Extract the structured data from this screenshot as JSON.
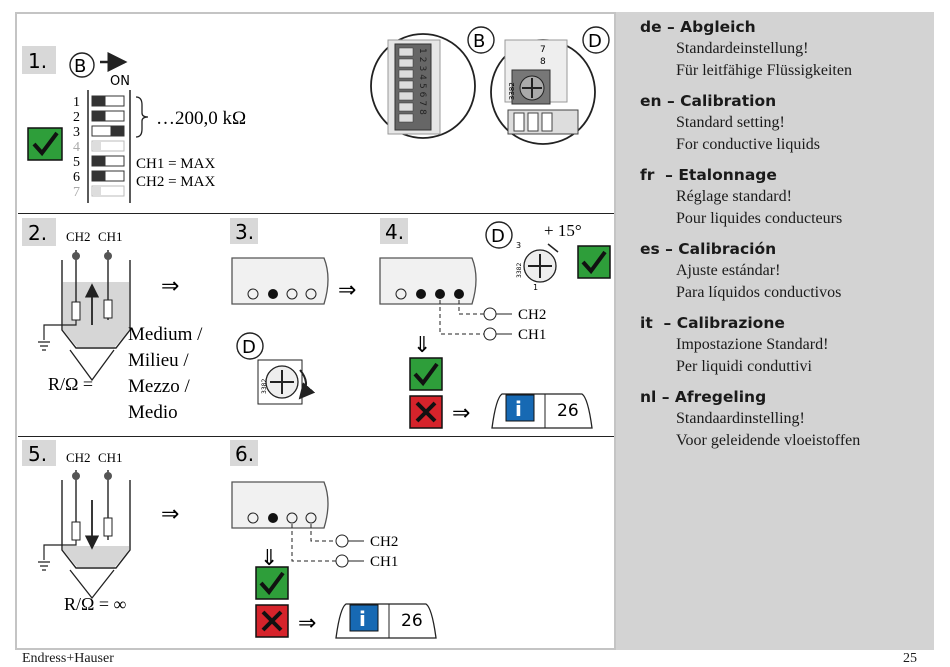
{
  "footer": {
    "brand": "Endress+Hauser",
    "page_number": "25"
  },
  "diagram": {
    "step_1": "1.",
    "step_2": "2.",
    "step_3": "3.",
    "step_4": "4.",
    "step_5": "5.",
    "step_6": "6.",
    "label_b": "B",
    "label_d": "D",
    "switch_on": "ON",
    "switch_numbers": [
      "1",
      "2",
      "3",
      "4",
      "5",
      "6",
      "7"
    ],
    "resistance": "…200,0 kΩ",
    "ch1_max": "CH1 = MAX",
    "ch2_max": "CH2 = MAX",
    "dip_numbers": [
      "1",
      "2",
      "3",
      "4",
      "5",
      "6",
      "7",
      "8"
    ],
    "rotary_numbers": [
      "7",
      "8"
    ],
    "rotary_code": "3382",
    "ch2": "CH2",
    "ch1": "CH1",
    "medium_lines": [
      "Medium /",
      "Milieu /",
      "Mezzo /",
      "Medio"
    ],
    "r_ohm": "R/Ω =",
    "r_ohm_inf": "R/Ω = ∞",
    "implies": "⇒",
    "down_arrow": "⇓",
    "plus_15": "+ 15°",
    "rotary_small_num": "3",
    "rotary_small_code": "3382",
    "rotary_small_one": "1",
    "info_page": "26",
    "info_letter": "i"
  },
  "languages": [
    {
      "code": "de",
      "title": "Abgleich",
      "lines": [
        "Standardeinstellung!",
        "Für leitfähige Flüssigkeiten"
      ]
    },
    {
      "code": "en",
      "title": "Calibration",
      "lines": [
        "Standard setting!",
        "For conductive liquids"
      ]
    },
    {
      "code": "fr",
      "title": "Etalonnage",
      "lines": [
        "Réglage standard!",
        "Pour liquides conducteurs"
      ]
    },
    {
      "code": "es",
      "title": "Calibración",
      "lines": [
        "Ajuste estándar!",
        "Para líquidos conductivos"
      ]
    },
    {
      "code": "it",
      "title": "Calibrazione",
      "lines": [
        "Impostazione Standard!",
        "Per liquidi conduttivi"
      ]
    },
    {
      "code": "nl",
      "title": "Afregeling",
      "lines": [
        "Standaardinstelling!",
        "Voor geleidende vloeistoffen"
      ]
    }
  ],
  "colors": {
    "check_green": "#2e9e3a",
    "cross_red": "#d6232b",
    "info_blue": "#1769b3",
    "panel_gray": "#d3d3d3"
  }
}
